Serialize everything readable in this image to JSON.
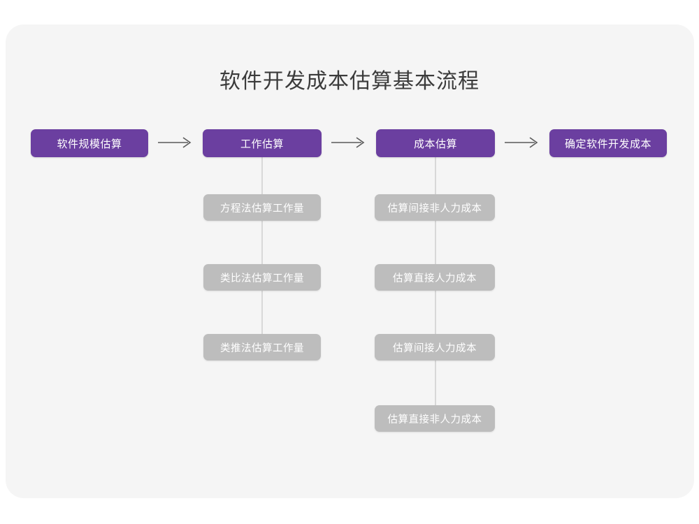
{
  "diagram": {
    "title": "软件开发成本估算基本流程",
    "colors": {
      "page_background": "#ffffff",
      "card_background": "#f5f5f5",
      "primary_node": "#6b3fa0",
      "sub_node": "#bdbdbd",
      "node_text": "#ffffff",
      "title_text": "#3b3b3b",
      "connector": "#d8d8d8",
      "arrow": "#5a5a5a"
    },
    "flow": {
      "steps": [
        {
          "id": "step-1",
          "label": "软件规模估算",
          "substeps": []
        },
        {
          "id": "step-2",
          "label": "工作估算",
          "substeps": [
            {
              "id": "step-2-sub-1",
              "label": "方程法估算工作量"
            },
            {
              "id": "step-2-sub-2",
              "label": "类比法估算工作量"
            },
            {
              "id": "step-2-sub-3",
              "label": "类推法估算工作量"
            }
          ]
        },
        {
          "id": "step-3",
          "label": "成本估算",
          "substeps": [
            {
              "id": "step-3-sub-1",
              "label": "估算间接非人力成本"
            },
            {
              "id": "step-3-sub-2",
              "label": "估算直接人力成本"
            },
            {
              "id": "step-3-sub-3",
              "label": "估算间接人力成本"
            },
            {
              "id": "step-3-sub-4",
              "label": "估算直接非人力成本"
            }
          ]
        },
        {
          "id": "step-4",
          "label": "确定软件开发成本",
          "substeps": []
        }
      ],
      "connector_arrows": [
        {
          "id": "arrow-1",
          "from": "step-1",
          "to": "step-2",
          "glyph": "arrow-right-icon"
        },
        {
          "id": "arrow-2",
          "from": "step-2",
          "to": "step-3",
          "glyph": "arrow-right-icon"
        },
        {
          "id": "arrow-3",
          "from": "step-3",
          "to": "step-4",
          "glyph": "arrow-right-icon"
        }
      ]
    }
  }
}
